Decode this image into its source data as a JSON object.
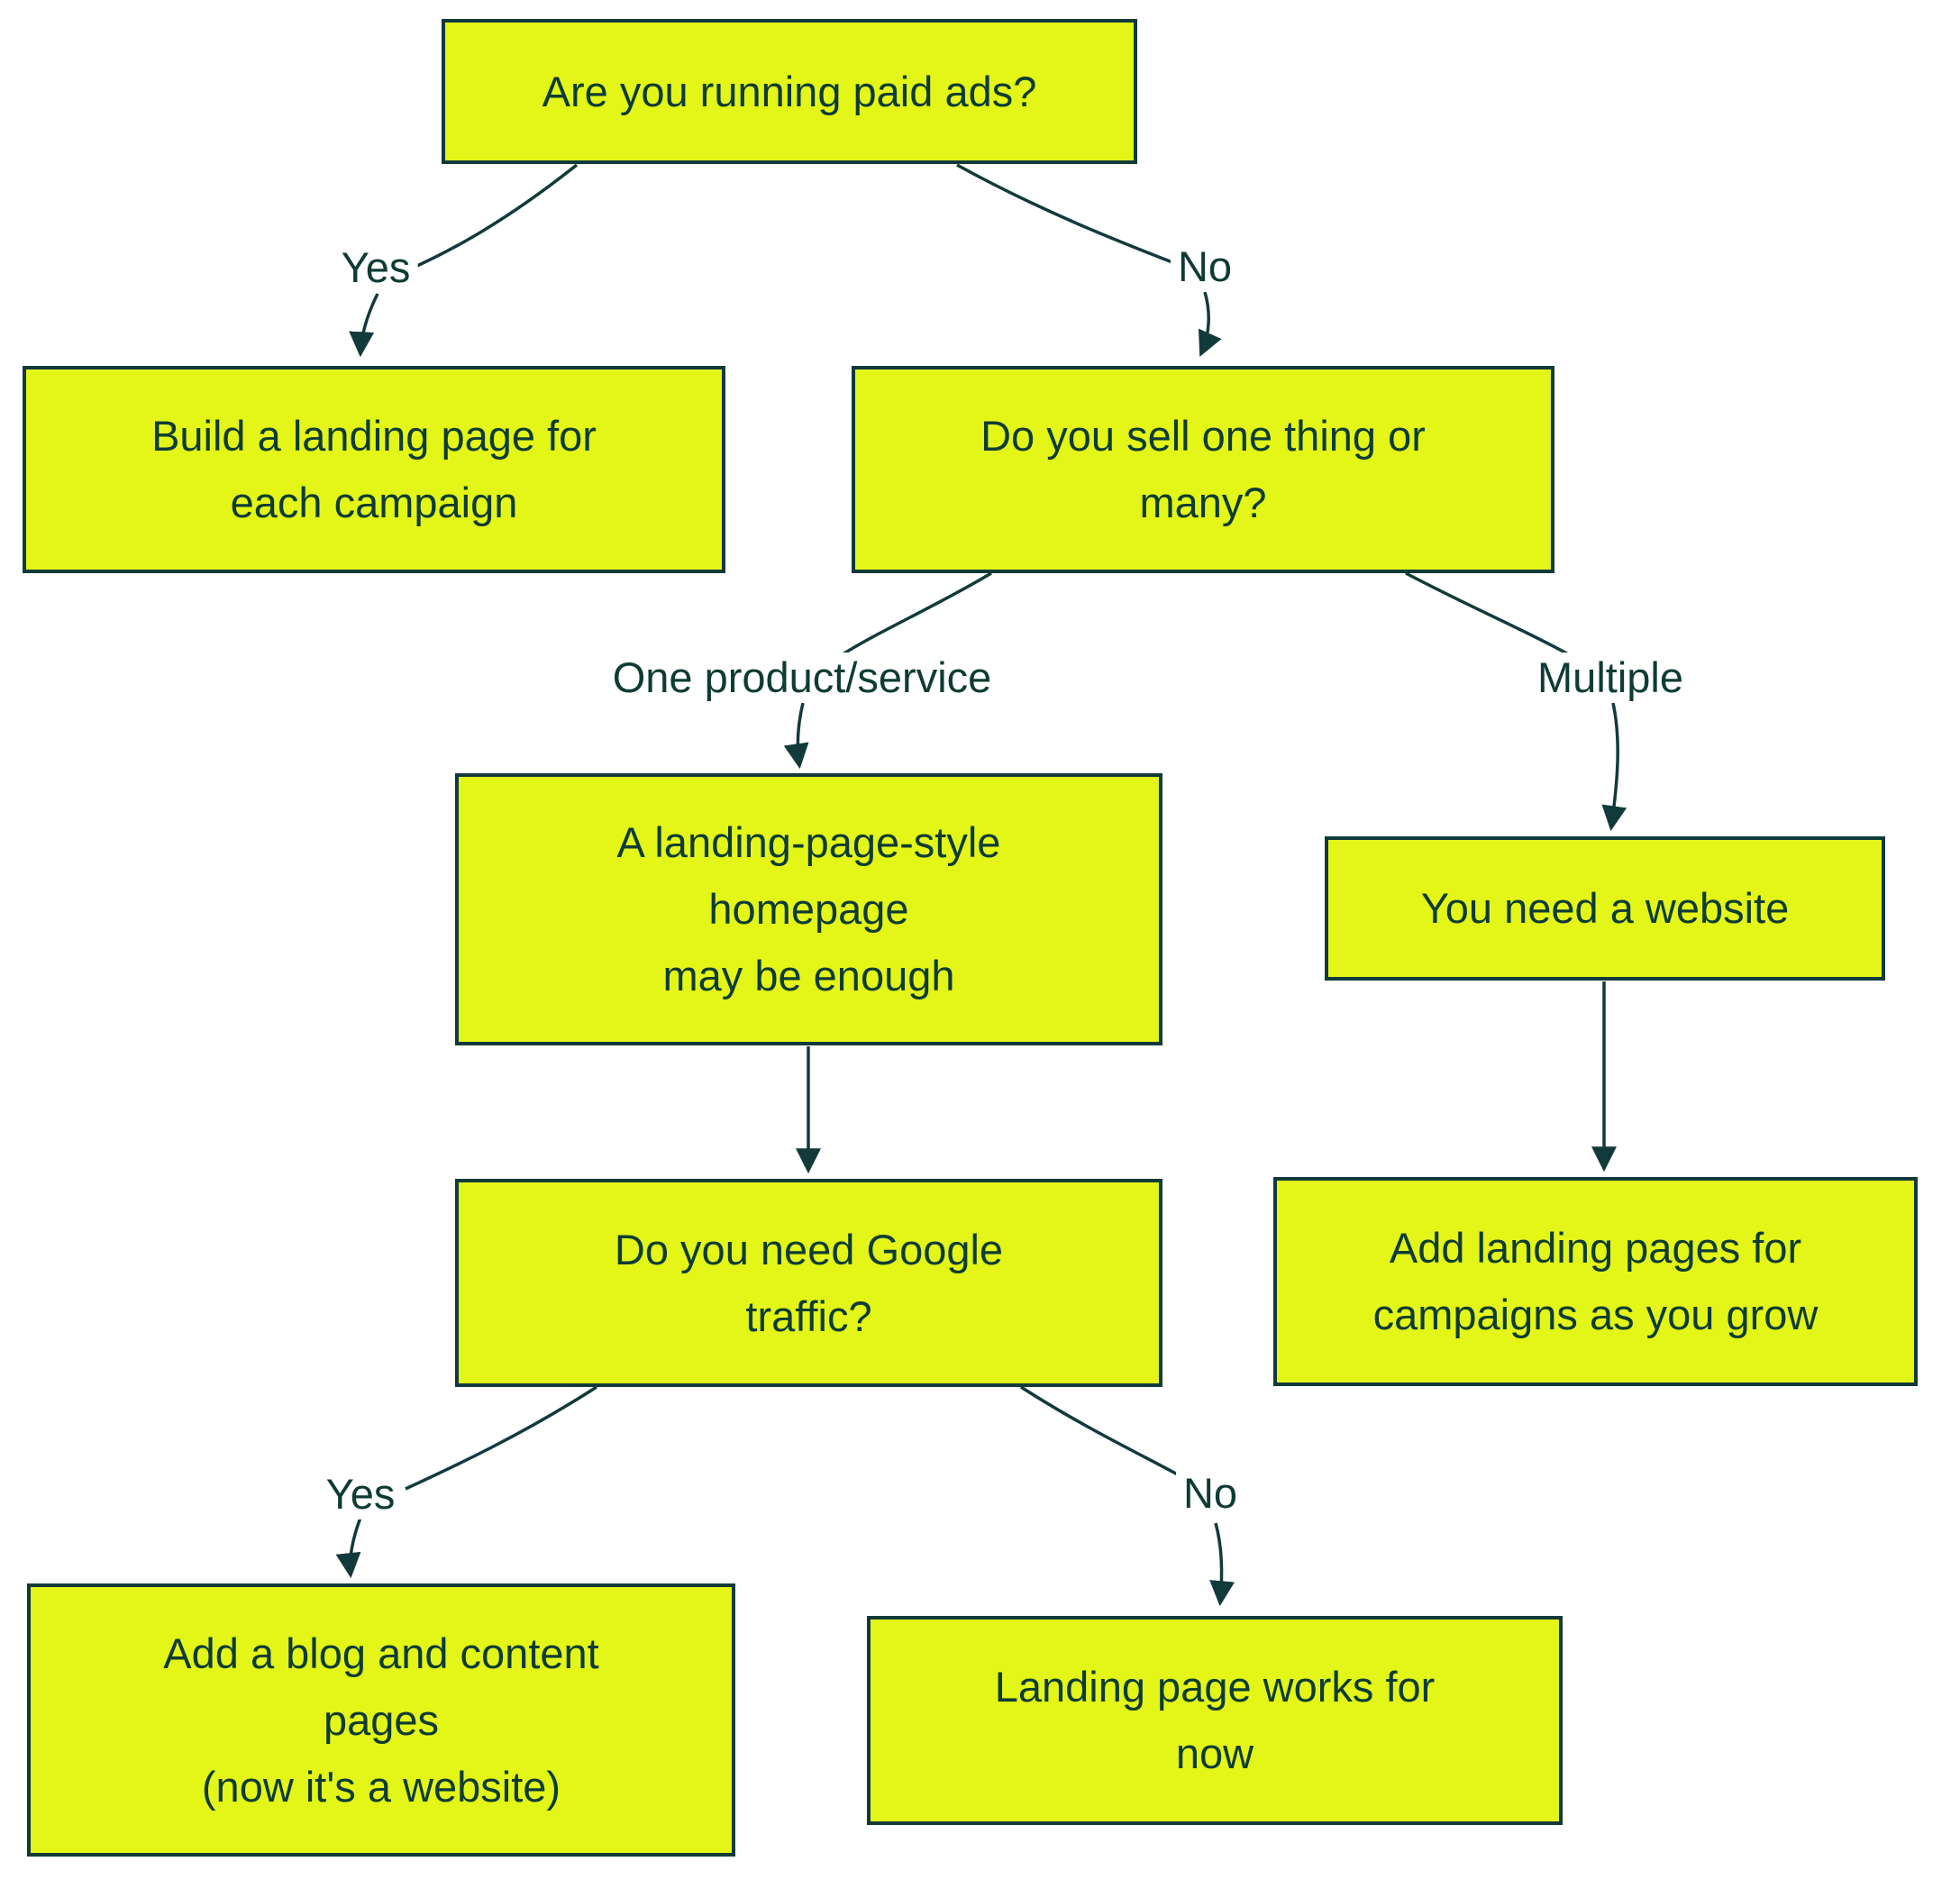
{
  "diagram": {
    "type": "flowchart",
    "colors": {
      "background": "#FFFFFF",
      "node_fill": "#E3F618",
      "node_border": "#123A3B",
      "text": "#0E3C34",
      "edge": "#123A3B"
    },
    "nodes": {
      "paid_ads": {
        "label": "Are you running paid ads?"
      },
      "landing_each": {
        "label": "Build a landing page for\neach campaign"
      },
      "sell_one_many": {
        "label": "Do you sell one thing or\nmany?"
      },
      "lp_homepage": {
        "label": "A landing-page-style\nhomepage\nmay be enough"
      },
      "need_website": {
        "label": "You need a website"
      },
      "google_traffic": {
        "label": "Do you need Google\ntraffic?"
      },
      "add_lp_grow": {
        "label": "Add landing pages for\ncampaigns as you grow"
      },
      "add_blog": {
        "label": "Add a blog and content\npages\n(now it's a website)"
      },
      "lp_works": {
        "label": "Landing page works for\nnow"
      }
    },
    "edge_labels": {
      "yes1": "Yes",
      "no1": "No",
      "one_product": "One product/service",
      "multiple": "Multiple",
      "yes2": "Yes",
      "no2": "No"
    },
    "edges": [
      {
        "from": "paid_ads",
        "to": "landing_each",
        "label": "Yes"
      },
      {
        "from": "paid_ads",
        "to": "sell_one_many",
        "label": "No"
      },
      {
        "from": "sell_one_many",
        "to": "lp_homepage",
        "label": "One product/service"
      },
      {
        "from": "sell_one_many",
        "to": "need_website",
        "label": "Multiple"
      },
      {
        "from": "lp_homepage",
        "to": "google_traffic",
        "label": ""
      },
      {
        "from": "need_website",
        "to": "add_lp_grow",
        "label": ""
      },
      {
        "from": "google_traffic",
        "to": "add_blog",
        "label": "Yes"
      },
      {
        "from": "google_traffic",
        "to": "lp_works",
        "label": "No"
      }
    ]
  }
}
